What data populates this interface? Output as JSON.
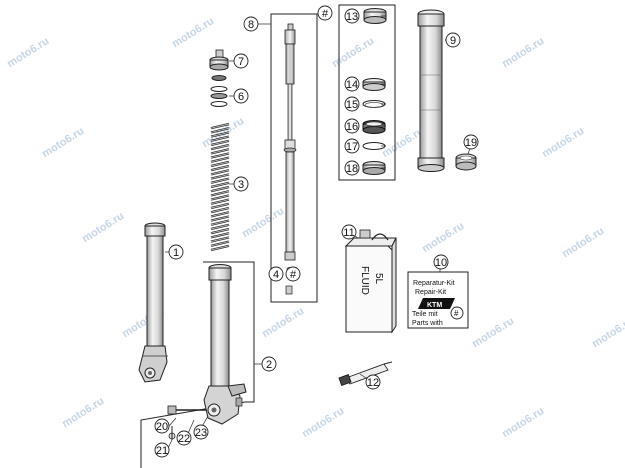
{
  "watermark": "moto6.ru",
  "callouts": {
    "c1": "1",
    "c2": "2",
    "c3": "3",
    "c4": "4",
    "c6": "6",
    "c7": "7",
    "c8": "8",
    "c9": "9",
    "c10": "10",
    "c11": "11",
    "c12": "12",
    "c13": "13",
    "c14": "14",
    "c15": "15",
    "c16": "16",
    "c17": "17",
    "c18": "18",
    "c19": "19",
    "c20": "20",
    "c21": "21",
    "c22": "22",
    "c23": "23",
    "hash_top": "#",
    "hash_4": "#"
  },
  "fluid_can": {
    "line1": "FLUID",
    "line2": "5L"
  },
  "repair_kit": {
    "line1": "Reparatur-Kit",
    "line2": "Repair-Kit",
    "line3": "Teile mit",
    "line4": "Parts with",
    "hash": "#"
  }
}
